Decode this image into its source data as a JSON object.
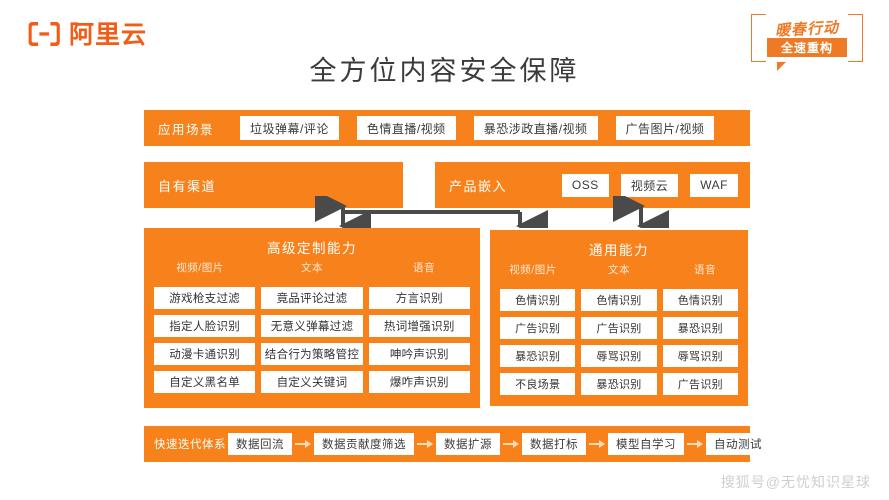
{
  "brand": {
    "logo_text": "阿里云",
    "logo_icon": "alibaba-cloud-logo-icon"
  },
  "campaign_badge": {
    "line1": "暖春行动",
    "line2": "全速重构"
  },
  "page_title": "全方位内容安全保障",
  "scenarios": {
    "label": "应用场景",
    "items": [
      "垃圾弹幕/评论",
      "色情直播/视频",
      "暴恐涉政直播/视频",
      "广告图片/视频"
    ]
  },
  "channels": {
    "own": {
      "label": "自有渠道"
    },
    "embed": {
      "label": "产品嵌入",
      "products": [
        "OSS",
        "视频云",
        "WAF"
      ]
    }
  },
  "capabilities": [
    {
      "id": "advanced",
      "title": "高级定制能力",
      "columns": [
        {
          "head": "视频/图片",
          "items": [
            "游戏枪支过滤",
            "指定人脸识别",
            "动漫卡通识别",
            "自定义黑名单"
          ]
        },
        {
          "head": "文本",
          "items": [
            "竟品评论过滤",
            "无意义弹幕过滤",
            "结合行为策略管控",
            "自定义关键词"
          ]
        },
        {
          "head": "语音",
          "items": [
            "方言识别",
            "热词增强识别",
            "呻吟声识别",
            "爆咋声识别"
          ]
        }
      ]
    },
    {
      "id": "general",
      "title": "通用能力",
      "columns": [
        {
          "head": "视频/图片",
          "items": [
            "色情识别",
            "广告识别",
            "暴恐识别",
            "不良场景"
          ]
        },
        {
          "head": "文本",
          "items": [
            "色情识别",
            "广告识别",
            "辱骂识别",
            "暴恐识别"
          ]
        },
        {
          "head": "语音",
          "items": [
            "色情识别",
            "暴恐识别",
            "辱骂识别",
            "广告识别"
          ]
        }
      ]
    }
  ],
  "pipeline": {
    "label": "快速迭代体系",
    "steps": [
      "数据回流",
      "数据贡献度筛选",
      "数据扩源",
      "数据打标",
      "模型自学习",
      "自动测试"
    ]
  },
  "watermark": "搜狐号@无忧知识星球",
  "colors": {
    "brand_orange": "#f7821b",
    "logo_orange": "#f25c16",
    "connector_gray": "#4a4a4a",
    "title_gray": "#3b3b3b"
  }
}
